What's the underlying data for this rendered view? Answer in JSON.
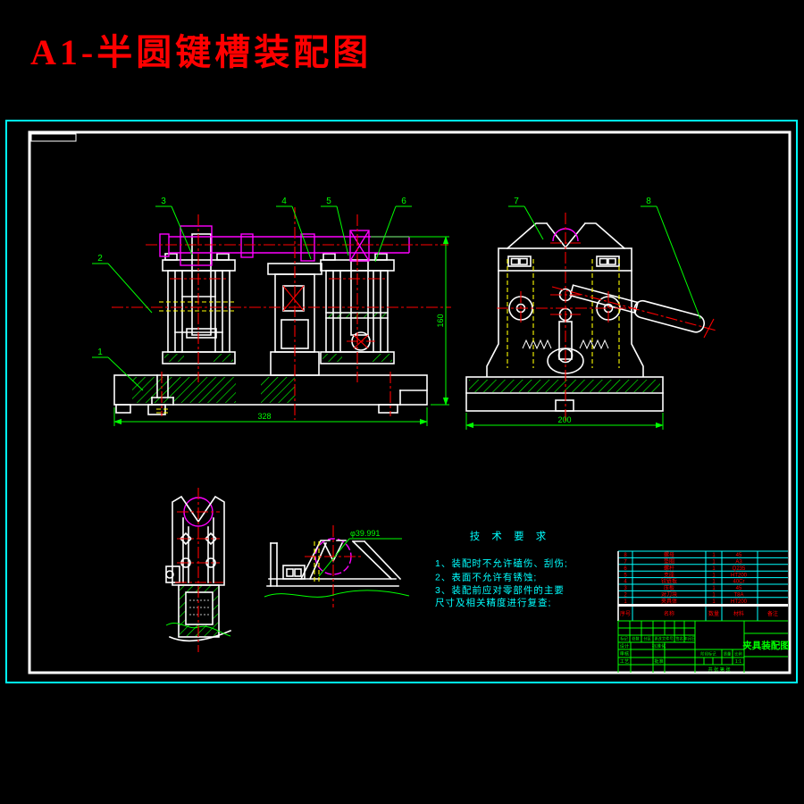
{
  "header": {
    "title": "A1-半圆键槽装配图"
  },
  "colors": {
    "background": "#000000",
    "frame_outer": "#00ffff",
    "frame_inner": "#ffffff",
    "title_text": "#ff0000",
    "annotation_green": "#00ff00",
    "centerline_red": "#ff0000",
    "workpiece_magenta": "#ff00ff",
    "hidden_yellow": "#ffff00",
    "table_text_red": "#ff0000",
    "tech_text_cyan": "#00ffff"
  },
  "balloons": [
    "1",
    "2",
    "3",
    "4",
    "5",
    "6",
    "7",
    "8"
  ],
  "dimensions": {
    "front_width": "328",
    "front_height": "160",
    "side_width": "200",
    "detail_diameter": "φ39.991"
  },
  "tech_requirements": {
    "title": "技 术 要 求",
    "lines": [
      "1、装配时不允许磕伤、刮伤;",
      "2、表面不允许有锈蚀;",
      "3、装配前应对零部件的主要",
      "尺寸及相关精度进行复查;"
    ]
  },
  "parts_table": {
    "headers": {
      "no": "序号",
      "name": "名称",
      "qty": "数量",
      "material": "材料",
      "note": "备注"
    },
    "rows": [
      {
        "no": "8",
        "name": "螺母",
        "qty": "1",
        "material": "45"
      },
      {
        "no": "7",
        "name": "垫圈",
        "qty": "1",
        "material": "A3"
      },
      {
        "no": "6",
        "name": "螺杆",
        "qty": "1",
        "material": "Q235"
      },
      {
        "no": "5",
        "name": "支座",
        "qty": "1",
        "material": "HT200"
      },
      {
        "no": "4",
        "name": "铰链板",
        "qty": "1",
        "material": "40Cr"
      },
      {
        "no": "3",
        "name": "压板",
        "qty": "1",
        "material": "45"
      },
      {
        "no": "2",
        "name": "对刀块",
        "qty": "1",
        "material": "T8A"
      },
      {
        "no": "1",
        "name": "夹具体",
        "qty": "1",
        "material": "HT200"
      }
    ]
  },
  "title_block": {
    "drawing_title": "夹具装配图",
    "scale_value": "1:1",
    "labels": {
      "mark": "标记",
      "count": "处数",
      "zone": "分区",
      "change_file_no": "更改文件号",
      "signature": "签名",
      "date": "年月日",
      "design": "设计",
      "check": "审核",
      "process": "工艺",
      "standardization": "标准化",
      "approve": "批准",
      "stage_mark": "阶段标记",
      "weight": "质量",
      "scale": "比例",
      "sheet_info": "共 张 第 张"
    }
  }
}
